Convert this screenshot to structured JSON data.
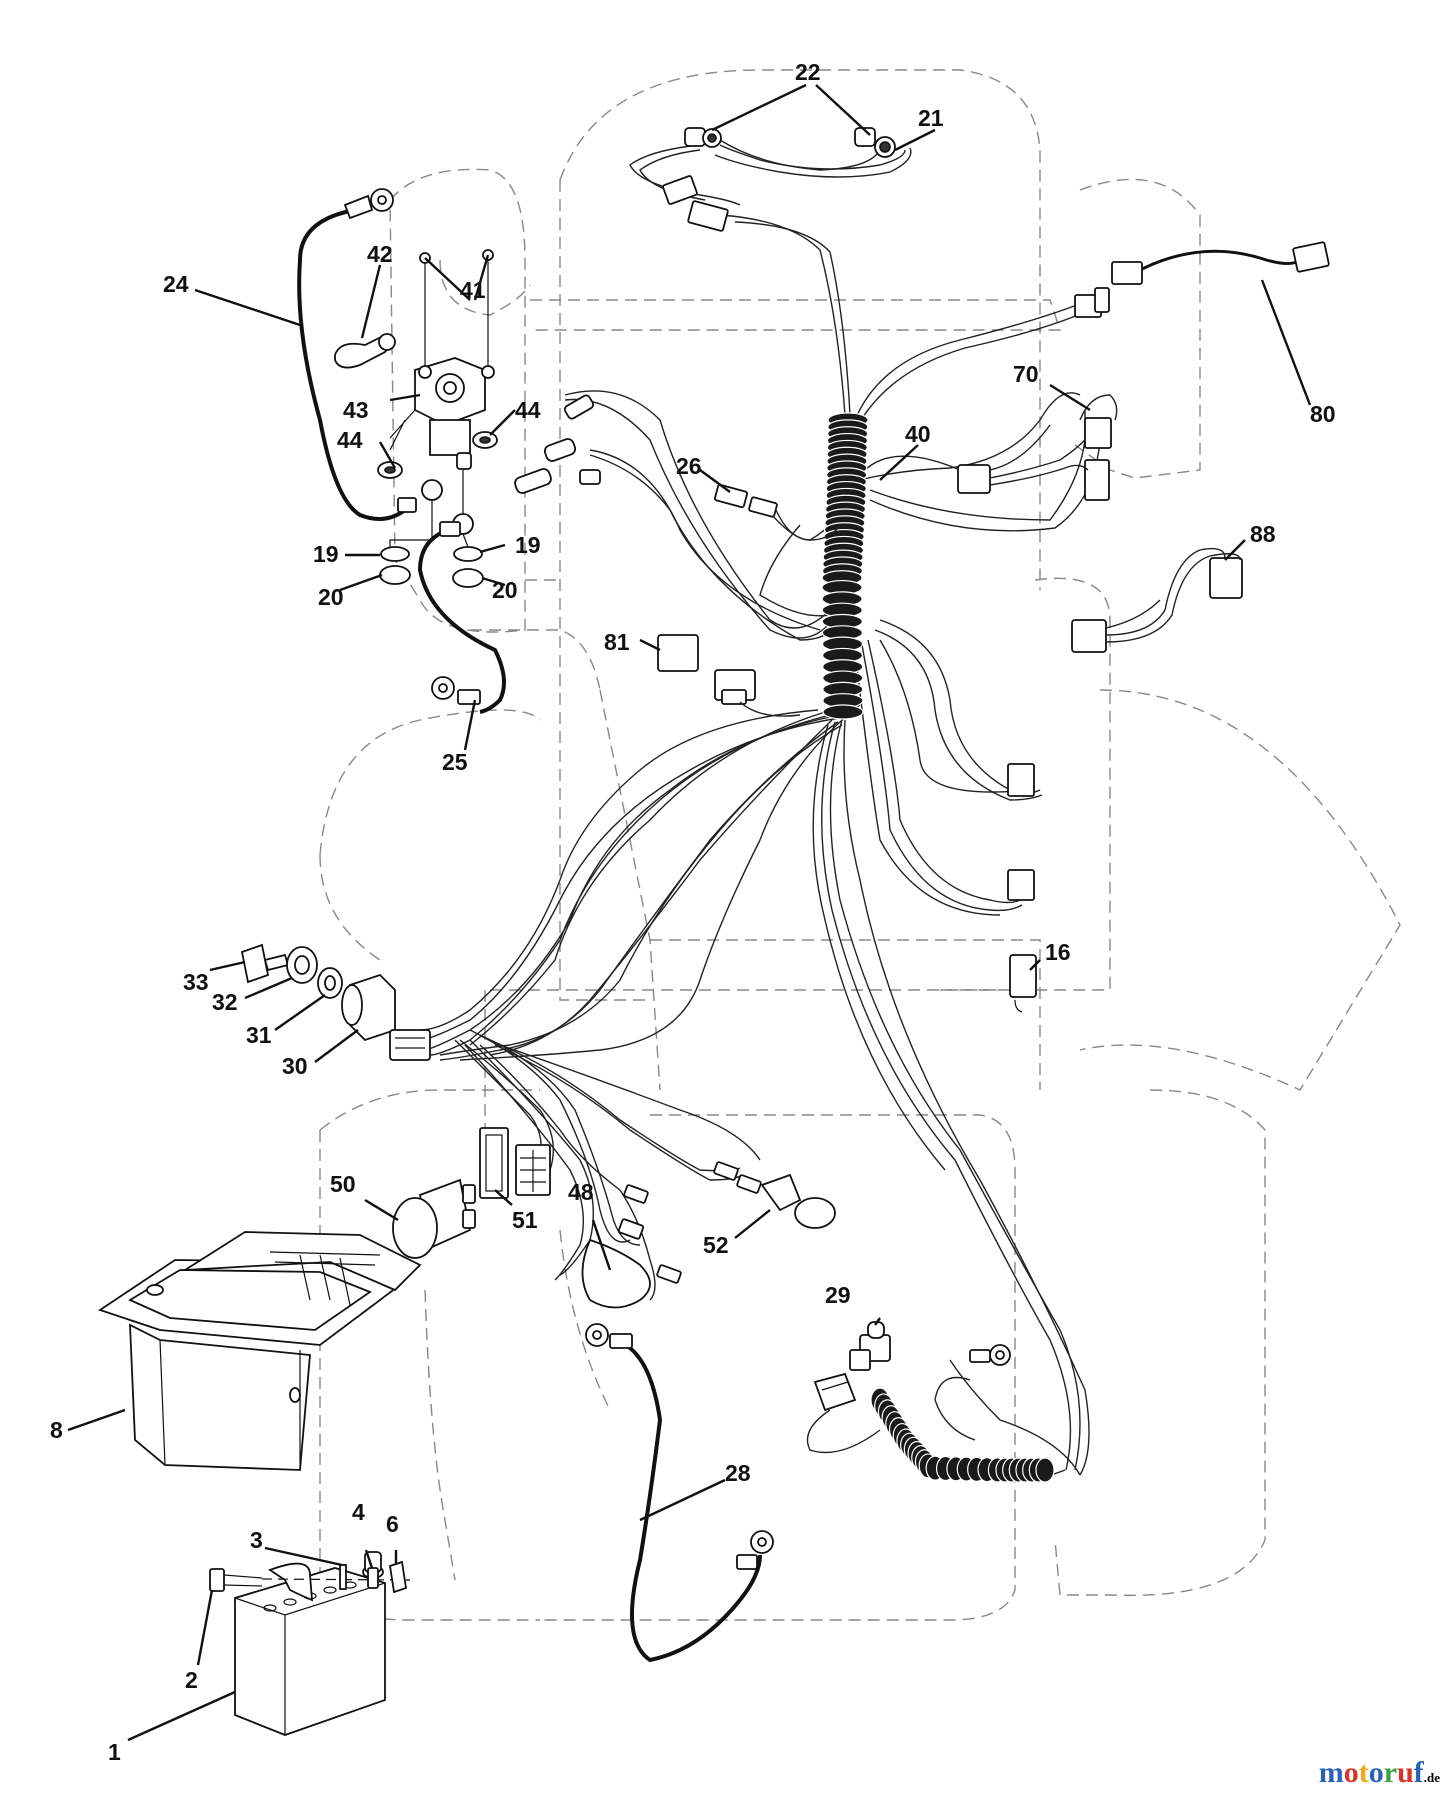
{
  "callouts": [
    {
      "id": "c1",
      "text": "1"
    },
    {
      "id": "c2",
      "text": "2"
    },
    {
      "id": "c3",
      "text": "3"
    },
    {
      "id": "c4",
      "text": "4"
    },
    {
      "id": "c6",
      "text": "6"
    },
    {
      "id": "c8",
      "text": "8"
    },
    {
      "id": "c16",
      "text": "16"
    },
    {
      "id": "c19a",
      "text": "19"
    },
    {
      "id": "c19b",
      "text": "19"
    },
    {
      "id": "c20a",
      "text": "20"
    },
    {
      "id": "c20b",
      "text": "20"
    },
    {
      "id": "c21",
      "text": "21"
    },
    {
      "id": "c22",
      "text": "22"
    },
    {
      "id": "c24",
      "text": "24"
    },
    {
      "id": "c25",
      "text": "25"
    },
    {
      "id": "c26",
      "text": "26"
    },
    {
      "id": "c28",
      "text": "28"
    },
    {
      "id": "c29",
      "text": "29"
    },
    {
      "id": "c30",
      "text": "30"
    },
    {
      "id": "c31",
      "text": "31"
    },
    {
      "id": "c32",
      "text": "32"
    },
    {
      "id": "c33",
      "text": "33"
    },
    {
      "id": "c40",
      "text": "40"
    },
    {
      "id": "c41",
      "text": "41"
    },
    {
      "id": "c42",
      "text": "42"
    },
    {
      "id": "c43",
      "text": "43"
    },
    {
      "id": "c44a",
      "text": "44"
    },
    {
      "id": "c44b",
      "text": "44"
    },
    {
      "id": "c48",
      "text": "48"
    },
    {
      "id": "c50",
      "text": "50"
    },
    {
      "id": "c51",
      "text": "51"
    },
    {
      "id": "c52",
      "text": "52"
    },
    {
      "id": "c70",
      "text": "70"
    },
    {
      "id": "c80",
      "text": "80"
    },
    {
      "id": "c81",
      "text": "81"
    },
    {
      "id": "c88",
      "text": "88"
    }
  ],
  "watermark": {
    "letters": [
      "m",
      "o",
      "t",
      "o",
      "r",
      "u",
      "f"
    ],
    "suffix": ".de",
    "colors": [
      "#2a62b8",
      "#d8352a",
      "#f0a81c",
      "#2a62b8",
      "#3aa048",
      "#d8352a",
      "#2a62b8"
    ]
  }
}
